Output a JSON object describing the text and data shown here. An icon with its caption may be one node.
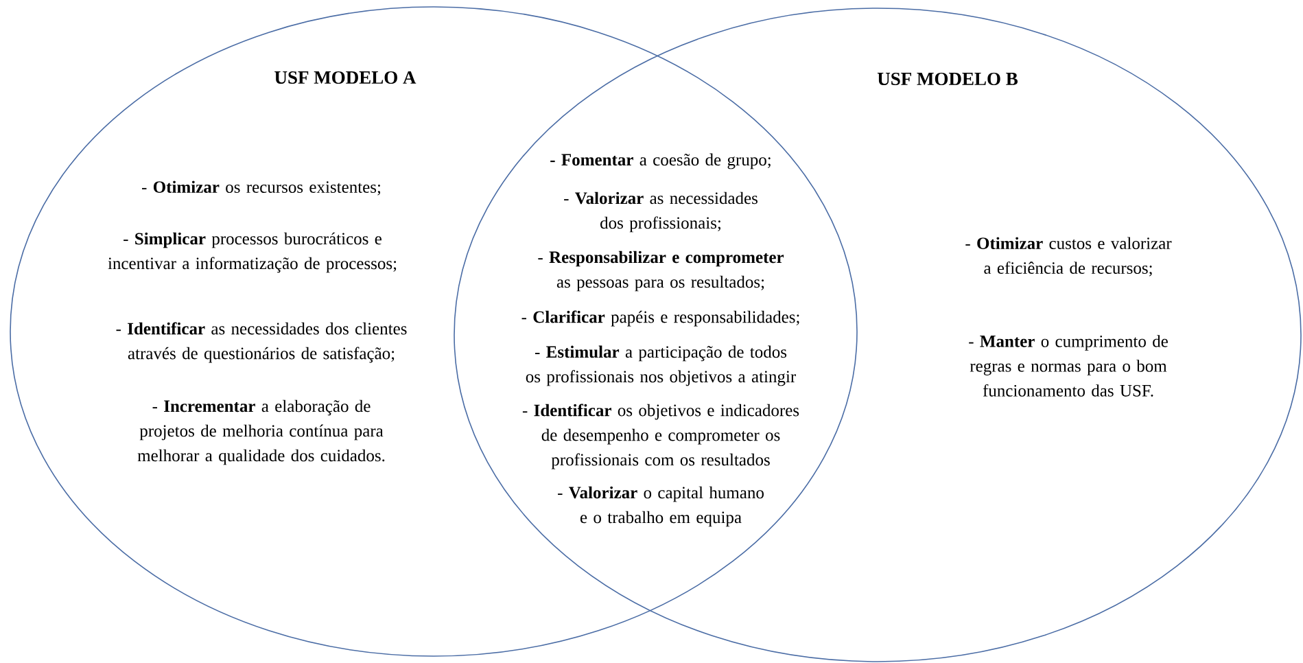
{
  "diagram": {
    "nodes": [
      {
        "text": [
          "USF MODELO A",
          "- **Otimizar** os recursos existentes;",
          "- **Simplicar** processos burocráticos e incentivar a informatização de processos;",
          "- **Identificar** as necessidades dos clientes através de questionários de satisfação;",
          "- **Incrementar** a elaboração de projetos de melhoria contínua para melhorar a qualidade dos cuidados."
        ]
      },
      {
        "text": [
          "USF MODELO B",
          "- **Otimizar** custos e valorizar a eficiência de recursos;",
          "- **Manter** o cumprimento de regras e normas para o bom funcionamento das USF."
        ]
      }
    ],
    "labels": [
      "**- Fomentar** a coesão de grupo;",
      "- **Valorizar** as necessidades dos profissionais;",
      "- **Responsabilizar e comprometer** as pessoas para os resultados;",
      "- **Clarificar** papéis e responsabilidades;",
      "- **Estimular** a participação de todos os profissionais nos objetivos a atingir",
      "- **Identificar** os objetivos e indicadores de desempenho e comprometer os profissionais com os resultados",
      "- **Valorizar** o capital humano e o trabalho em equipa"
    ]
  }
}
